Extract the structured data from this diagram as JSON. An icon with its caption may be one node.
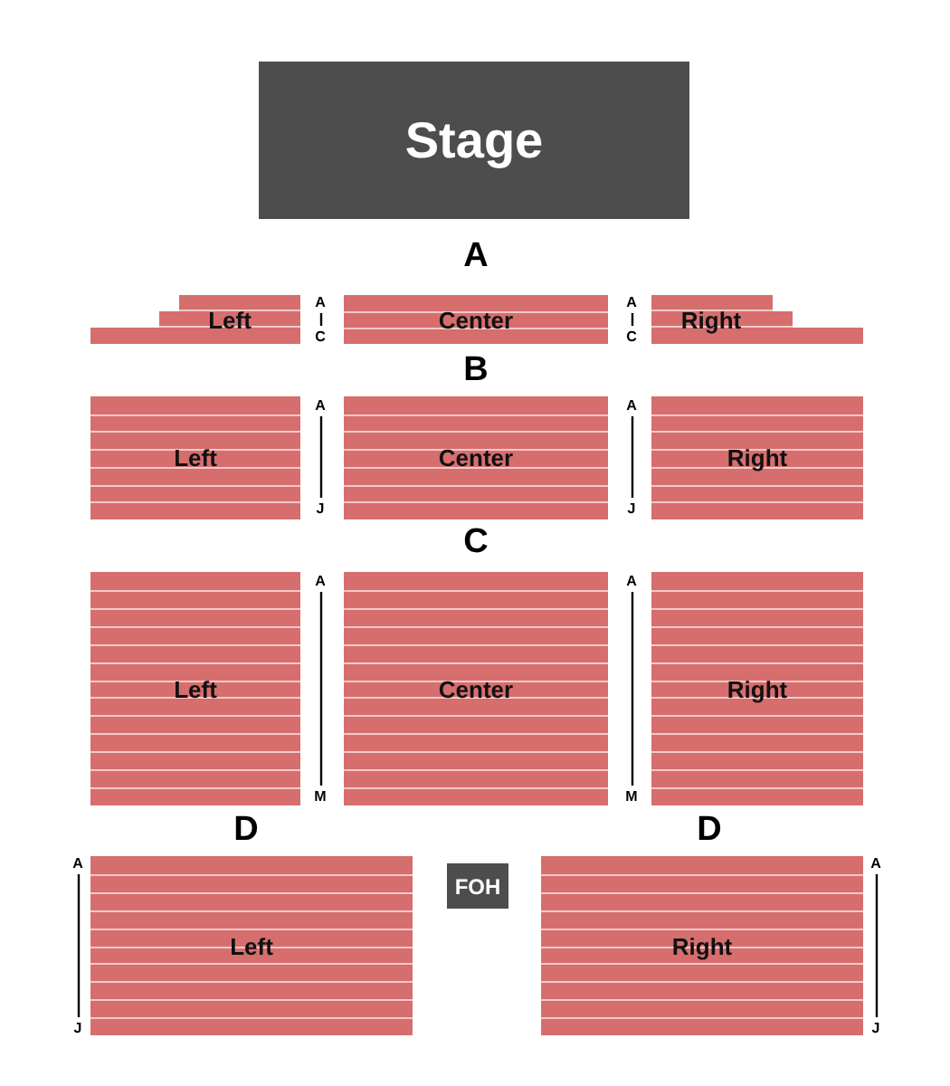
{
  "diagram": {
    "nodes": [
      {
        "text": [
          "Stage"
        ]
      },
      {
        "text": [
          "Left"
        ]
      },
      {
        "text": [
          "Center"
        ]
      },
      {
        "text": [
          "Right"
        ]
      },
      {
        "text": [
          "Left"
        ]
      },
      {
        "text": [
          "Center"
        ]
      },
      {
        "text": [
          "Right"
        ]
      },
      {
        "text": [
          "Left"
        ]
      },
      {
        "text": [
          "Center"
        ]
      },
      {
        "text": [
          "Right"
        ]
      },
      {
        "text": [
          "Left"
        ]
      },
      {
        "text": [
          "FOH"
        ]
      },
      {
        "text": [
          "Right"
        ]
      }
    ],
    "labels": [
      "A",
      "A",
      "C",
      "A",
      "C",
      "B",
      "A",
      "J",
      "A",
      "J",
      "C",
      "A",
      "M",
      "A",
      "M",
      "D",
      "D",
      "A",
      "J",
      "A",
      "J"
    ]
  }
}
